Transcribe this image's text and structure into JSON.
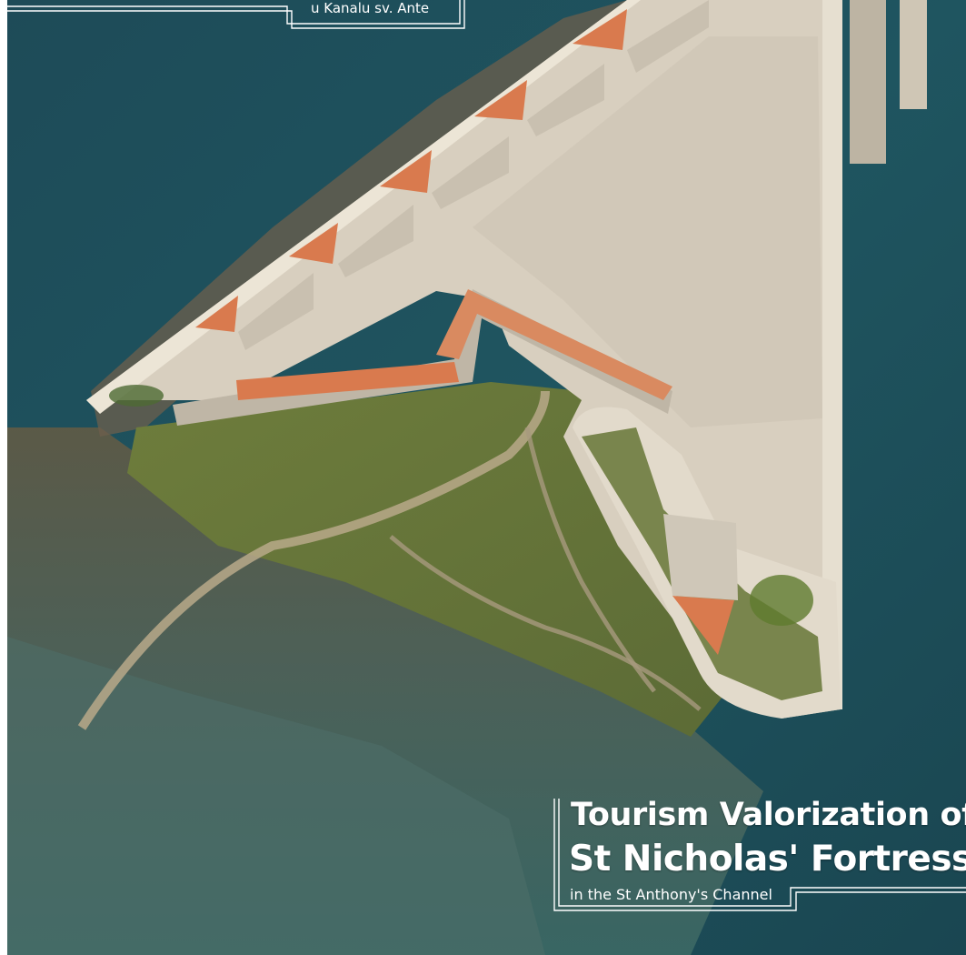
{
  "header": {
    "caption": "u Kanalu sv. Ante"
  },
  "title": {
    "line1": "Tourism Valorization of",
    "line2": "St Nicholas' Fortress",
    "subtitle": "in the St Anthony's Channel"
  },
  "colors": {
    "text": "#ffffff",
    "sea_deep": "#1d4a57",
    "sea_shallow": "#3d6b6a",
    "fortress_stone": "#d9d0c0",
    "roof_terracotta": "#d97a4e",
    "grass": "#6f7f3e"
  }
}
